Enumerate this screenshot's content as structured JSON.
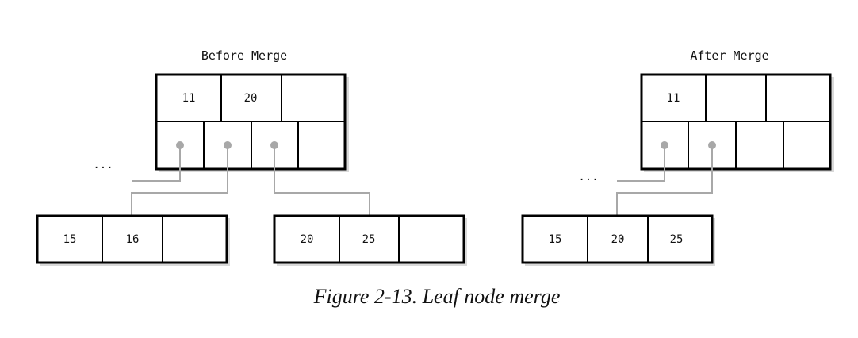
{
  "before": {
    "title": "Before Merge",
    "parent_keys": [
      "11",
      "20",
      ""
    ],
    "ellipsis": "...",
    "left_leaf": [
      "15",
      "16",
      ""
    ],
    "right_leaf": [
      "20",
      "25",
      ""
    ]
  },
  "after": {
    "title": "After Merge",
    "parent_keys": [
      "11",
      "",
      ""
    ],
    "ellipsis": "...",
    "merged_leaf": [
      "15",
      "20",
      "25"
    ]
  },
  "caption": "Figure 2-13. Leaf node merge"
}
